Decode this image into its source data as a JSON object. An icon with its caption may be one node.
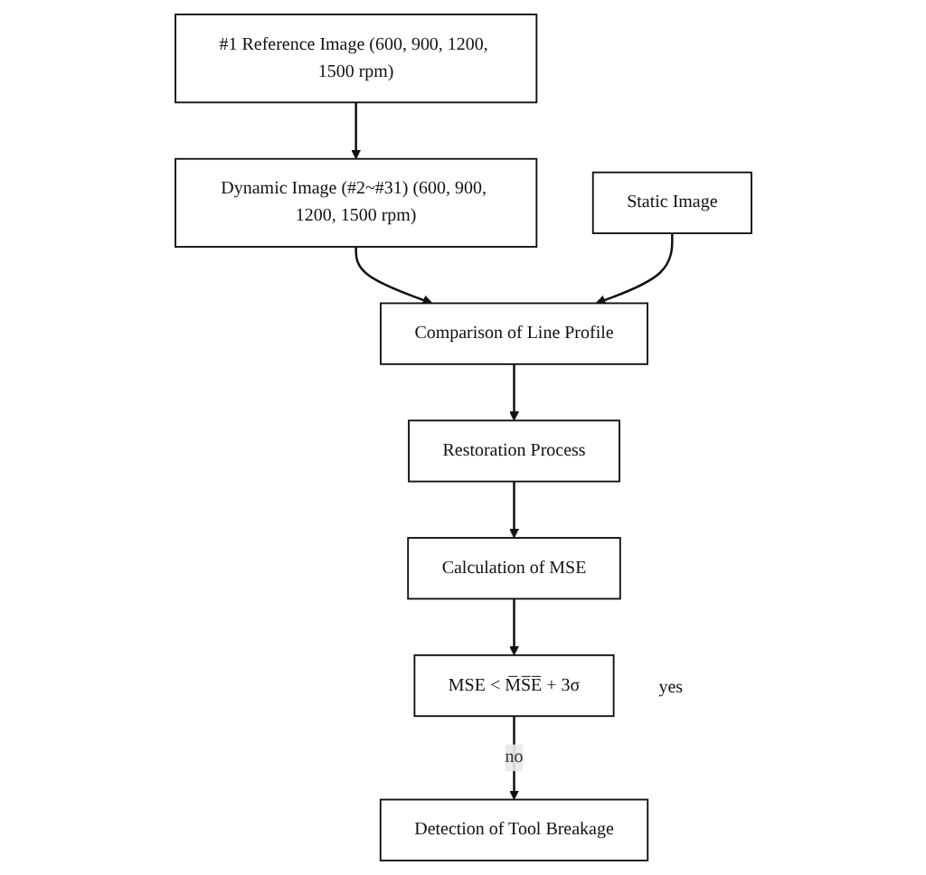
{
  "diagram": {
    "nodes": [
      {
        "text": [
          "#1 Reference Image (600, 900, 1200, 1500 rpm)"
        ]
      },
      {
        "text": [
          "Dynamic Image (#2~#31) (600, 900, 1200, 1500 rpm)"
        ]
      },
      {
        "text": [
          "Static Image"
        ]
      },
      {
        "text": [
          "Comparison of Line Profile"
        ]
      },
      {
        "text": [
          "Restoration Process"
        ]
      },
      {
        "text": [
          "Calculation of MSE"
        ]
      },
      {
        "text": [
          "MSE < M̅S̅E̅ + 3σ"
        ],
        "beside": [
          "yes"
        ]
      },
      {
        "text": [
          "Detection of Tool Breakage"
        ]
      }
    ],
    "edges": [
      {
        "from": 0,
        "to": 1,
        "arrow": "to"
      },
      {
        "from": 1,
        "to": 3,
        "arrow": "to"
      },
      {
        "from": 2,
        "to": 3,
        "arrow": "to"
      },
      {
        "from": 3,
        "to": 4,
        "arrow": "to"
      },
      {
        "from": 4,
        "to": 5,
        "arrow": "to"
      },
      {
        "from": 5,
        "to": 6,
        "arrow": "to"
      },
      {
        "from": 6,
        "to": 7,
        "arrow": "to",
        "label": "no"
      }
    ]
  }
}
